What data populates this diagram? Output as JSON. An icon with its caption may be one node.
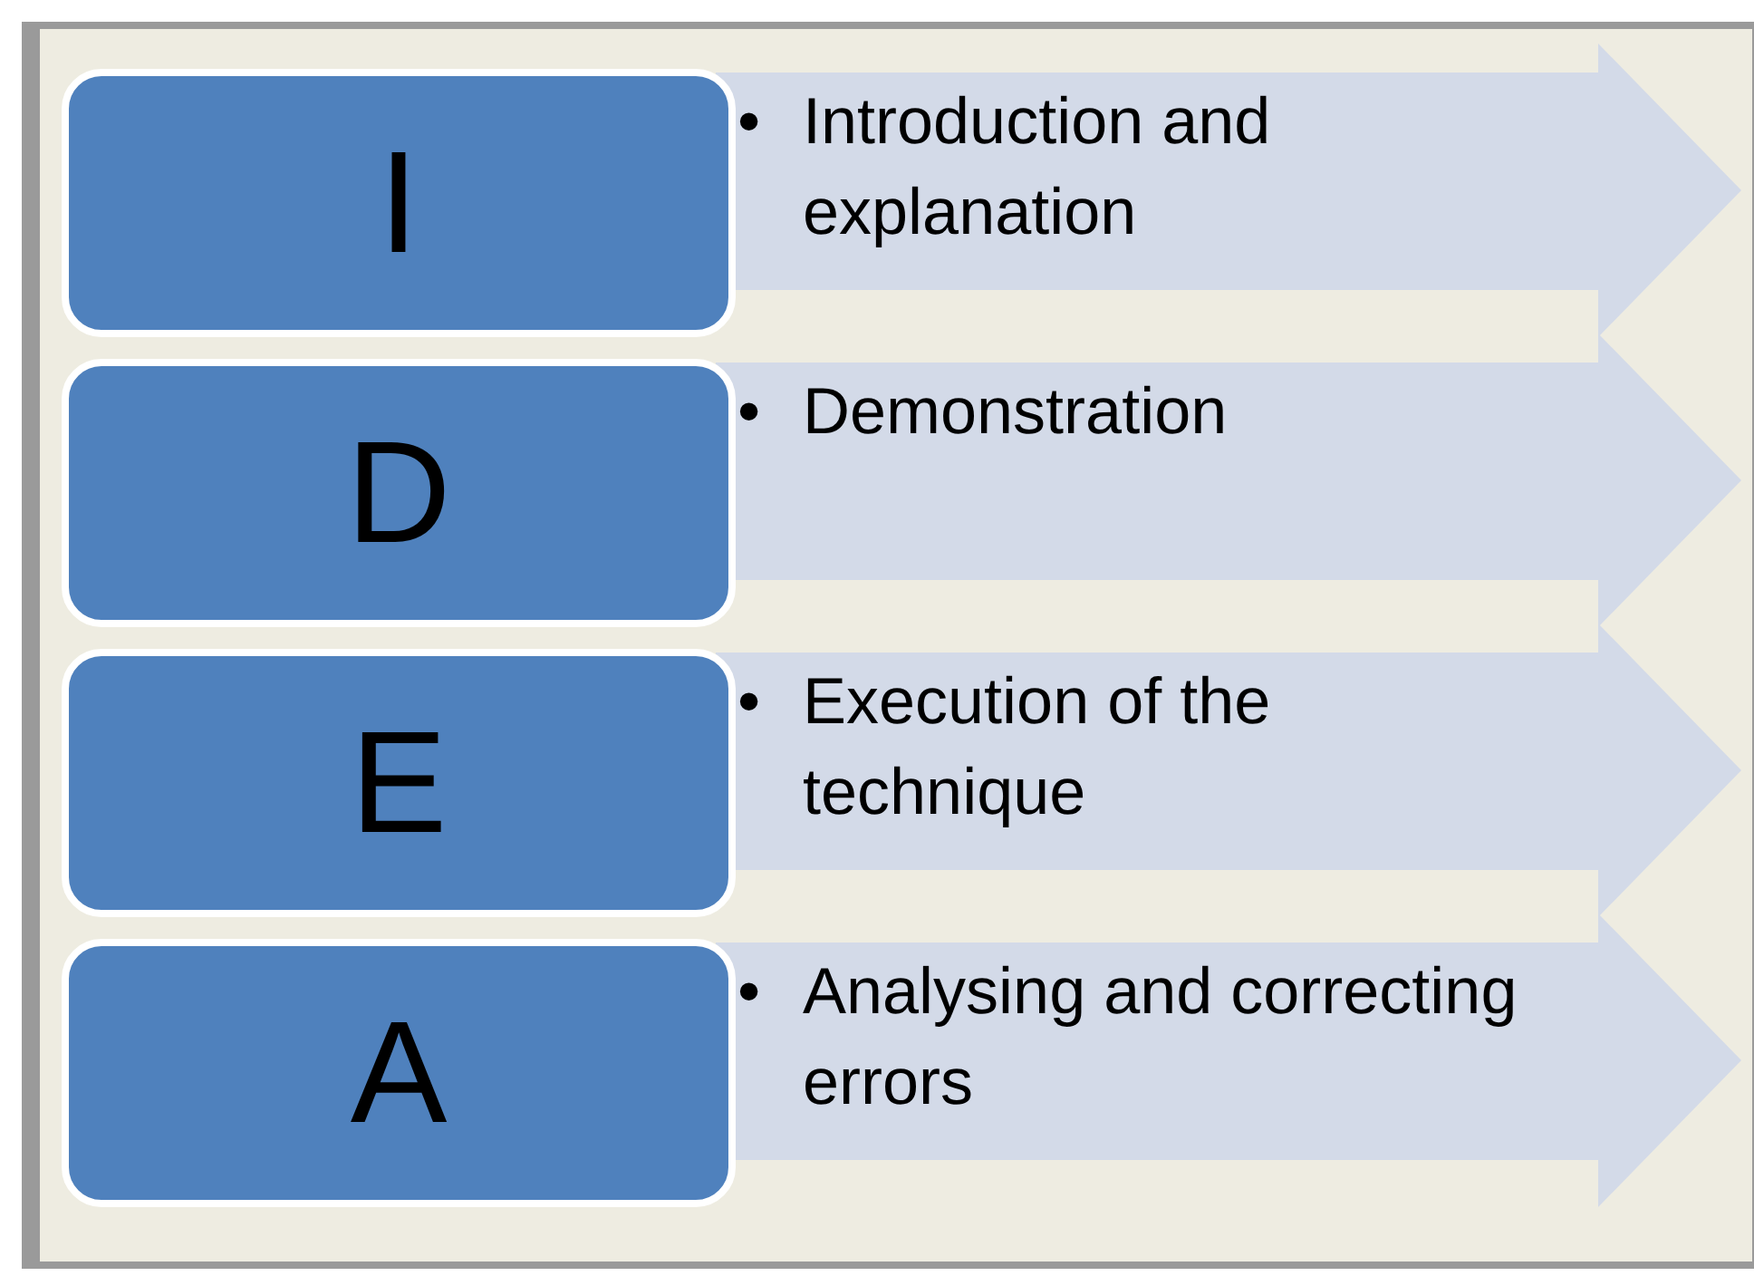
{
  "diagram": {
    "nodes": [
      {
        "text": [
          "I"
        ]
      },
      {
        "text": [
          "•",
          "Introduction and explanation"
        ]
      },
      {
        "text": [
          "D"
        ]
      },
      {
        "text": [
          "•",
          "Demonstration"
        ]
      },
      {
        "text": [
          "E"
        ]
      },
      {
        "text": [
          "•",
          "Execution of the technique"
        ]
      },
      {
        "text": [
          "A"
        ]
      },
      {
        "text": [
          "•",
          "Analysing and correcting errors"
        ]
      }
    ]
  }
}
